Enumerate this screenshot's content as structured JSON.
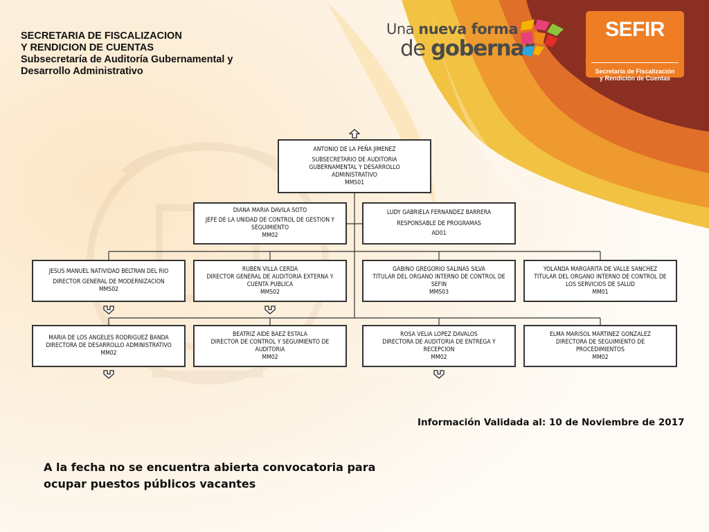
{
  "header": {
    "line1": "SECRETARIA DE FISCALIZACION",
    "line2": "Y RENDICION DE CUENTAS",
    "line3": "Subsecretaría de Auditoría Gubernamental y",
    "line4": "Desarrollo Administrativo"
  },
  "slogan": {
    "una": "Una",
    "nueva_forma": "nueva forma",
    "de": "de",
    "gobernar": "gobernar"
  },
  "logo": {
    "name": "SEFIR",
    "desc1": "Secretaría de Fiscalización",
    "desc2": "y Rendición de Cuentas",
    "colors": {
      "orange": "#ee7d24",
      "maroon": "#8a2f22"
    }
  },
  "org": {
    "top": {
      "name": "ANTONIO DE LA PEÑA JIMENEZ",
      "title1": "SUBSECRETARIO DE AUDITORIA",
      "title2": "GUBERNAMENTAL Y DESARROLLO",
      "title3": "ADMINISTRATIVO",
      "code": "MMS01"
    },
    "staff_left": {
      "name": "DIANA MARIA DAVILA SOTO",
      "title1": "JEFE DE LA UNIDAD DE CONTROL DE GESTION Y",
      "title2": "SEGUIMIENTO",
      "code": "MM02"
    },
    "staff_right": {
      "name": "LUDY GABRIELA FERNANDEZ BARRERA",
      "title1": "RESPONSABLE DE PROGRAMAS",
      "code": "AD01"
    },
    "row1": [
      {
        "name": "JESUS MANUEL NATIVIDAD BELTRAN DEL RIO",
        "title1": "DIRECTOR GENERAL DE MODERNIZACION",
        "title2": "",
        "code": "MMS02"
      },
      {
        "name": "RUBEN VILLA CERDA",
        "title1": "DIRECTOR GENERAL DE AUDITORIA EXTERNA Y",
        "title2": "CUENTA PUBLICA",
        "code": "MMS02"
      },
      {
        "name": "GABINO GREGORIO SALINAS SILVA",
        "title1": "TITULAR DEL ORGANO INTERNO DE CONTROL DE",
        "title2": "SEFIN",
        "code": "MMS03"
      },
      {
        "name": "YOLANDA MARGARITA DE VALLE SANCHEZ",
        "title1": "TITULAR DEL ORGANO INTERNO DE CONTROL DE",
        "title2": "LOS SERVICIOS DE SALUD",
        "code": "MM01"
      }
    ],
    "row2": [
      {
        "name": "MARIA DE LOS ANGELES RODRIGUEZ BANDA",
        "title1": "DIRECTORA DE DESARROLLO ADMINISTRATIVO",
        "title2": "",
        "code": "MM02"
      },
      {
        "name": "BEATRIZ AIDE BAEZ ESTALA",
        "title1": "DIRECTOR DE CONTROL Y SEGUIMIENTO DE",
        "title2": "AUDITORIA",
        "code": "MM02"
      },
      {
        "name": "ROSA VELIA LOPEZ DAVALOS",
        "title1": "DIRECTORA DE AUDITORIA DE ENTREGA Y",
        "title2": "RECEPCION",
        "code": "MM02"
      },
      {
        "name": "ELMA MARISOL MARTINEZ GONZALEZ",
        "title1": "DIRECTORA DE SEGUIMIENTO DE",
        "title2": "PROCEDIMIENTOS",
        "code": "MM02"
      }
    ]
  },
  "validated": "Información Validada al: 10 de Noviembre de 2017",
  "notice": {
    "line1": "A la fecha no se encuentra abierta convocatoria para",
    "line2": "ocupar puestos públicos vacantes"
  }
}
